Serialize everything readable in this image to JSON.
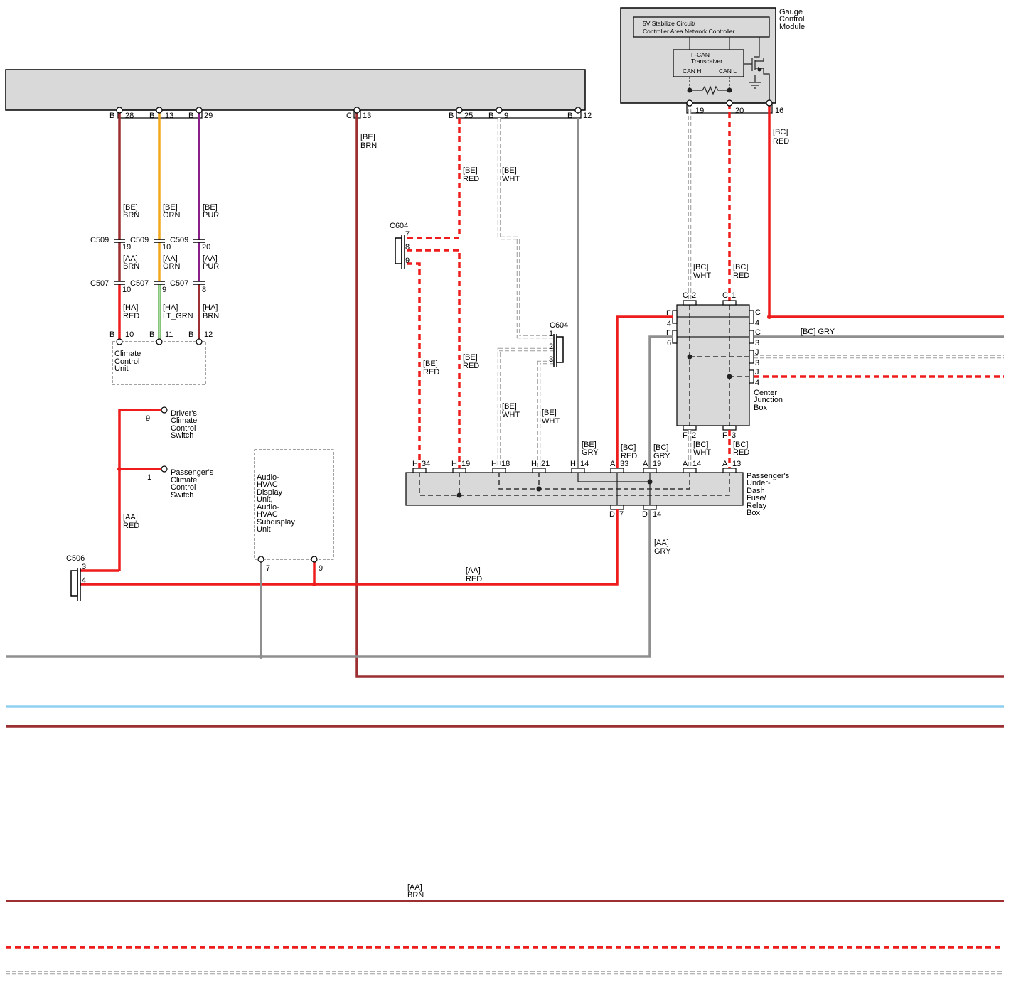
{
  "modules": {
    "gauge": "Gauge Control Module",
    "stabilize": "5V Stabilize Circuit/ Controller Area Network Controller",
    "transceiver": "F-CAN Transceiver",
    "can_h": "CAN H",
    "can_l": "CAN L",
    "climate_unit": "Climate Control Unit",
    "drivers_switch": "Driver's Climate Control Switch",
    "passengers_switch": "Passenger's Climate Control Switch",
    "audio_unit": "Audio-HVAC Display Unit, Audio-HVAC Subdisplay Unit",
    "center_jbox": "Center Junction Box",
    "pudfrb": "Passenger's Under-Dash Fuse/ Relay Box"
  },
  "connectors": {
    "c509": "C509",
    "c507": "C507",
    "c604": "C604",
    "c506": "C506"
  },
  "wires": {
    "be_brn": "[BE] BRN",
    "be_orn": "[BE] ORN",
    "be_pur": "[BE] PUR",
    "aa_brn": "[AA] BRN",
    "aa_orn": "[AA] ORN",
    "aa_pur": "[AA] PUR",
    "ha_red": "[HA] RED",
    "ha_ltgrn": "[HA] LT_GRN",
    "ha_brn": "[HA] BRN",
    "be_red": "[BE] RED",
    "be_wht": "[BE] WHT",
    "be_gry": "[BE] GRY",
    "bc_red": "[BC] RED",
    "bc_wht": "[BC] WHT",
    "bc_gry": "[BC] GRY",
    "aa_red": "[AA] RED",
    "aa_gry": "[AA] GRY",
    "bc_gry_inline": "[BC] GRY"
  },
  "pins": {
    "b": "B",
    "c": "C",
    "h": "H",
    "a": "A",
    "d": "D",
    "f": "F",
    "j": "J",
    "n28": "28",
    "n13": "13",
    "n29": "29",
    "n25": "25",
    "n9": "9",
    "n12": "12",
    "n19": "19",
    "n10": "10",
    "n20": "20",
    "n8": "8",
    "n11": "11",
    "n7": "7",
    "n2": "2",
    "n3": "3",
    "n1": "1",
    "n4": "4",
    "n6": "6",
    "n16": "16",
    "n34": "34",
    "n18": "18",
    "n21": "21",
    "n14": "14",
    "n33": "33"
  },
  "colors": {
    "red": "#ee1c1c",
    "brown": "#9b2f31",
    "gray": "#8f8f8f",
    "orange": "#f2a81d",
    "purple": "#8a1f8a",
    "light_green": "#58b24a",
    "light_blue": "#8fd0f0",
    "module_fill": "#d9d9d9"
  },
  "icons": [
    "resistor-icon",
    "transistor-icon",
    "ground-icon",
    "connector-icon"
  ]
}
